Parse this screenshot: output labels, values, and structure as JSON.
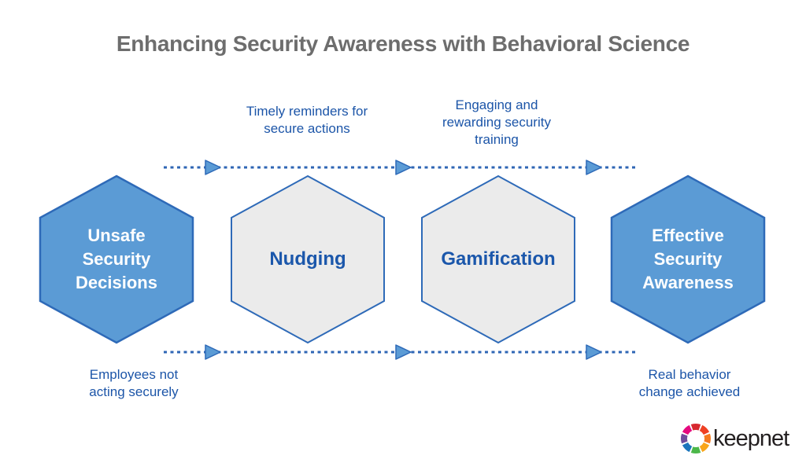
{
  "title": "Enhancing Security Awareness with Behavioral Science",
  "flow": {
    "top_labels": [
      {
        "text": "Timely reminders for\nsecure actions"
      },
      {
        "text": "Engaging and\nrewarding security\ntraining"
      }
    ],
    "bottom_labels": [
      {
        "text": "Employees not\nacting securely"
      },
      {
        "text": "Real behavior\nchange achieved"
      }
    ]
  },
  "hexagons": [
    {
      "label": "Unsafe\nSecurity\nDecisions",
      "variant": "blue"
    },
    {
      "label": "Nudging",
      "variant": "gray"
    },
    {
      "label": "Gamification",
      "variant": "gray"
    },
    {
      "label": "Effective\nSecurity\nAwareness",
      "variant": "blue"
    }
  ],
  "logo": {
    "wordmark": "keepnet"
  },
  "colors": {
    "hex_blue_fill": "#5b9bd5",
    "hex_border": "#2e6ab8",
    "hex_gray_fill": "#ebebeb",
    "flow_text": "#1c55a8",
    "hex_text_blue": "#1b57ab",
    "title_text": "#6d6d6d",
    "arrow": "#2f66b5"
  }
}
